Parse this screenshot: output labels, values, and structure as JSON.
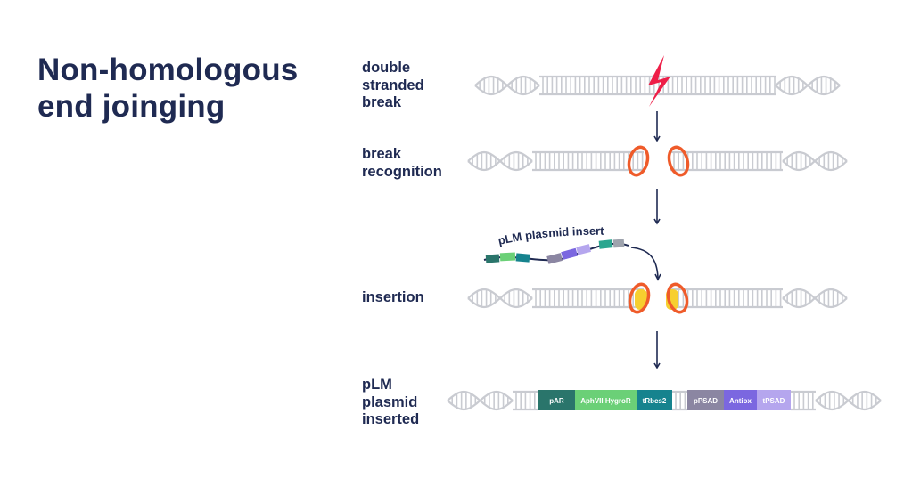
{
  "title": "Non-homologous\nend joinging",
  "steps": [
    {
      "label": "double\nstranded\nbreak"
    },
    {
      "label": "break\nrecognition"
    },
    {
      "label": "insertion"
    },
    {
      "label": "pLM\nplasmid\ninserted"
    }
  ],
  "insert_caption": "pLM plasmid insert",
  "segments": [
    {
      "label": "pAR",
      "color": "#2a756b"
    },
    {
      "label": "AphVII HygroR",
      "color": "#6bd077"
    },
    {
      "label": "tRbcs2",
      "color": "#16838e"
    },
    {
      "label": "pPSAD",
      "color": "#8b86a2"
    },
    {
      "label": "Antiox",
      "color": "#7b67e0"
    },
    {
      "label": "tPSAD",
      "color": "#b5a6ee"
    }
  ],
  "colors": {
    "title": "#1f2a52",
    "dna": "#c9cbd1",
    "break_bolt": "#ee1f48",
    "protein_ring": "#ef5b2a",
    "insert_protein": "#f7cf2f",
    "arrow": "#1f2a52"
  }
}
